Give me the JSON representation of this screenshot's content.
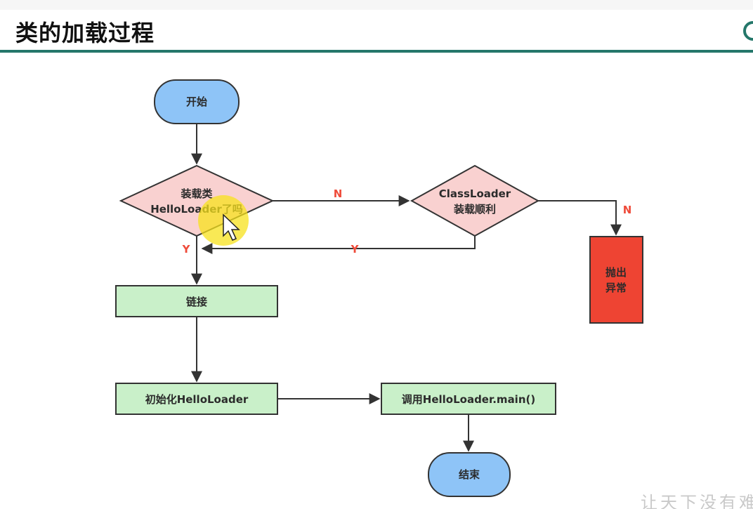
{
  "header": {
    "title": "类的加载过程"
  },
  "diagram": {
    "nodes": {
      "start": "开始",
      "check_loaded_line1": "装载类",
      "check_loaded_line2": "HelloLoader了吗",
      "classloader_ok_line1": "ClassLoader",
      "classloader_ok_line2": "装载顺利",
      "throw_line1": "抛出",
      "throw_line2": "异常",
      "link": "链接",
      "init": "初始化HelloLoader",
      "invoke_main": "调用HelloLoader.main()",
      "end": "结束"
    },
    "edges": {
      "not_loaded": "N",
      "load_failed": "N",
      "load_success": "Y",
      "already_loaded": "Y"
    },
    "colors": {
      "terminal": "#8ec4f7",
      "decision": "#f9d1d0",
      "process": "#c9f0c9",
      "error": "#ee4433",
      "edge_label": "#ef4b3a",
      "accent": "#24776a"
    }
  },
  "footer": {
    "watermark": "让天下没有难"
  }
}
